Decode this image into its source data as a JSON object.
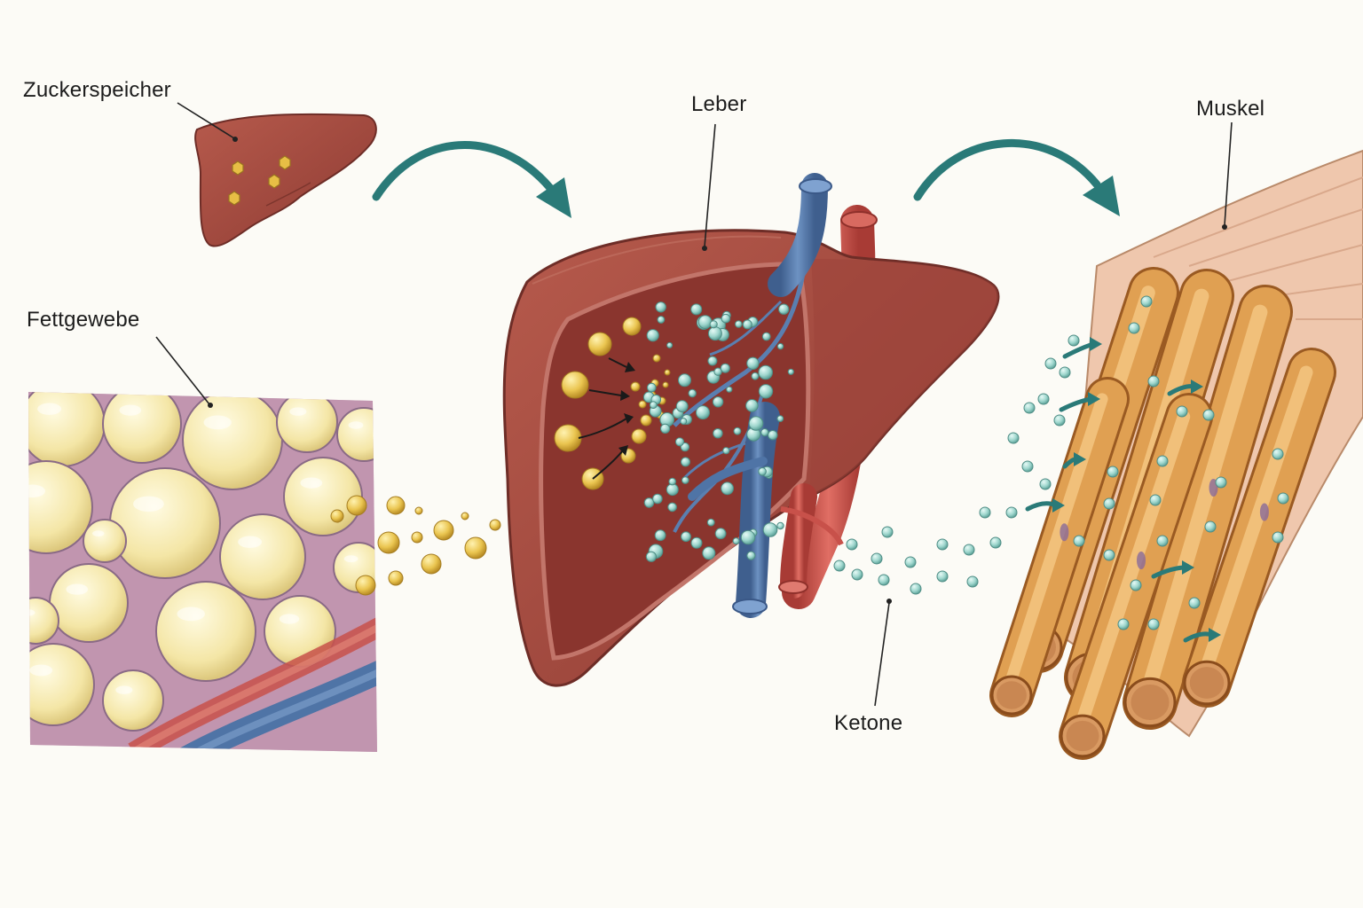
{
  "labels": {
    "sugar_store": "Zuckerspeicher",
    "fat_tissue": "Fettgewebe",
    "liver": "Leber",
    "muscle": "Muskel",
    "ketones": "Ketone"
  },
  "colors": {
    "background": "#fcfbf6",
    "liver": "#a44c40",
    "liver_dark": "#7e342c",
    "fat_cell": "#f4e6a6",
    "fat_interstitial": "#b88aa8",
    "fatty_acid": "#e9c24a",
    "ketone": "#9ed6cd",
    "arrow_teal": "#2a7a78",
    "vein_blue": "#4f74a6",
    "artery_red": "#c8514a",
    "muscle_fiber": "#e0a052",
    "muscle_sheath": "#efc7ad"
  },
  "icons": {
    "flow_arrow_1": "curved-arrow-right-icon",
    "flow_arrow_2": "curved-arrow-right-icon"
  }
}
